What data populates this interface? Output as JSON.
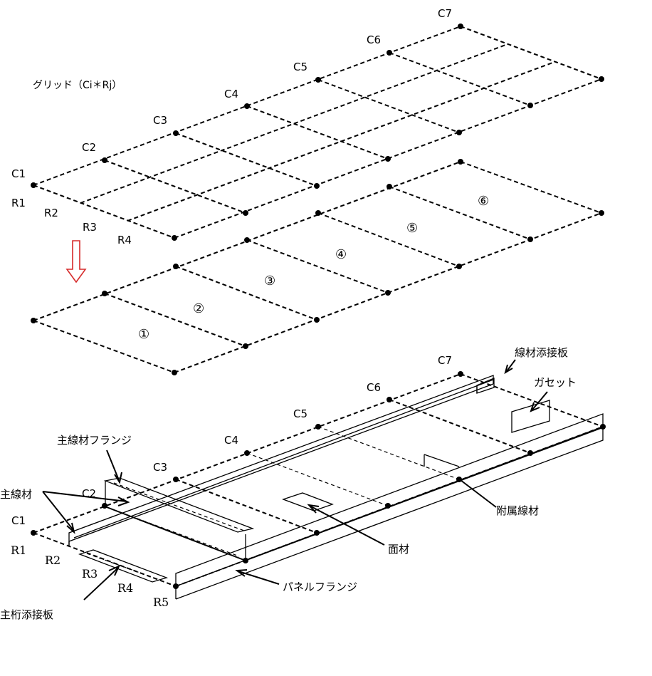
{
  "grid_caption": "グリッド（Ci＊Rj）",
  "top_columns": [
    "C1",
    "C2",
    "C3",
    "C4",
    "C5",
    "C6",
    "C7"
  ],
  "top_rows": [
    "R1",
    "R2",
    "R3",
    "R4"
  ],
  "panels": [
    "①",
    "②",
    "③",
    "④",
    "⑤",
    "⑥"
  ],
  "bottom_columns": [
    "C1",
    "C2",
    "C3",
    "C4",
    "C5",
    "C6",
    "C7"
  ],
  "bottom_rows": [
    "R1",
    "R2",
    "R3",
    "R4",
    "R5"
  ],
  "callouts": {
    "main_chord_flange": "主線材フランジ",
    "main_chord": "主線材",
    "main_girder_splice": "主桁添接板",
    "chord_splice": "線材添接板",
    "gusset": "ガセット",
    "auxiliary_member": "附属線材",
    "surface_member": "面材",
    "panel_flange": "パネルフランジ"
  },
  "colors": {
    "line": "#000000",
    "down_arrow": "#d62a2a"
  }
}
